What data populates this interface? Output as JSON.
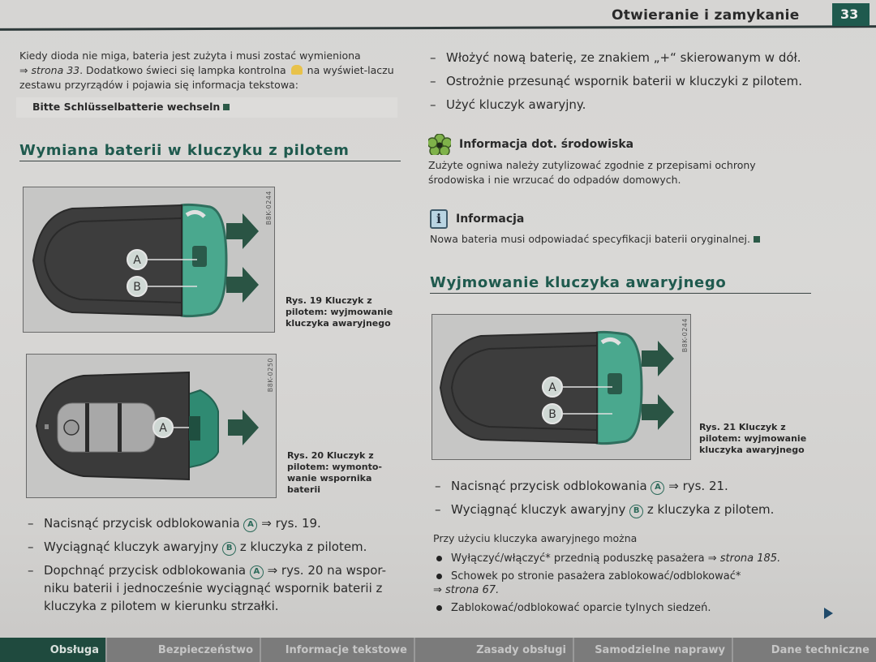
{
  "header": {
    "title": "Otwieranie i zamykanie",
    "page_number": "33"
  },
  "left": {
    "intro": {
      "line1": "Kiedy dioda nie miga, bateria jest zużyta i musi zostać wymieniona",
      "ref": "⇒ strona 33",
      "line2": ". Dodatkowo świeci się lampka kontrolna",
      "line3": " na wyświet-laczu zestawu przyrządów i pojawia się informacja tekstowa:"
    },
    "message": "Bitte Schlüsselbatterie wechseln",
    "section_title": "Wymiana baterii w kluczyku z pilotem",
    "figures": [
      {
        "code": "B8K-0244",
        "caption": "Rys. 19  Kluczyk z pilotem: wyjmowanie kluczyka awaryjnego",
        "labels": [
          "A",
          "B"
        ]
      },
      {
        "code": "B8K-0250",
        "caption": "Rys. 20  Kluczyk z pilotem: wymonto-wanie wspornika baterii",
        "labels": [
          "A"
        ]
      }
    ],
    "steps": [
      {
        "pre": "Nacisnąć przycisk odblokowania ",
        "label": "A",
        "post": " ⇒ rys. 19."
      },
      {
        "pre": "Wyciągnąć kluczyk awaryjny ",
        "label": "B",
        "post": " z kluczyka z pilotem."
      },
      {
        "pre": "Dopchnąć przycisk odblokowania ",
        "label": "A",
        "post": " ⇒ rys. 20 na wspor-niku baterii i jednocześnie wyciągnąć wspornik baterii z kluczyka z pilotem w kierunku strzałki."
      }
    ]
  },
  "right": {
    "steps": [
      "Włożyć nową baterię, ze znakiem „+“ skierowanym w dół.",
      "Ostrożnie przesunąć wspornik baterii w kluczyki z pilotem.",
      "Użyć kluczyk awaryjny."
    ],
    "env_info": {
      "title": "Informacja dot. środowiska",
      "body": "Zużyte ogniwa należy zutylizować zgodnie z przepisami ochrony środowiska i nie wrzucać do odpadów domowych."
    },
    "info": {
      "title": "Informacja",
      "body": "Nowa bateria musi odpowiadać specyfikacji baterii oryginalnej."
    },
    "section_title": "Wyjmowanie kluczyka awaryjnego",
    "figure": {
      "code": "B8K-0244",
      "caption": "Rys. 21  Kluczyk z pilotem: wyjmowanie kluczyka awaryjnego",
      "labels": [
        "A",
        "B"
      ]
    },
    "steps2": [
      {
        "pre": "Nacisnąć przycisk odblokowania ",
        "label": "A",
        "post": " ⇒ rys. 21."
      },
      {
        "pre": "Wyciągnąć kluczyk awaryjny ",
        "label": "B",
        "post": " z kluczyka z pilotem."
      }
    ],
    "usage_intro": "Przy użyciu kluczyka awaryjnego można",
    "bullets": [
      {
        "text": "Wyłączyć/włączyć* przednią poduszkę pasażera ",
        "ref": "⇒ strona 185."
      },
      {
        "text": "Schowek po stronie pasażera zablokować/odblokować*",
        "ref": "⇒ strona 67."
      },
      {
        "text": "Zablokować/odblokować oparcie tylnych siedzeń.",
        "ref": ""
      }
    ]
  },
  "footer": {
    "tabs": [
      "Obsługa",
      "Bezpieczeństwo",
      "Informacje tekstowe",
      "Zasady obsługi",
      "Samodzielne naprawy",
      "Dane techniczne"
    ],
    "active_index": 0
  },
  "colors": {
    "accent_green": "#1f5a4e",
    "key_green": "#4a9e86",
    "key_body": "#3c3c3c"
  }
}
